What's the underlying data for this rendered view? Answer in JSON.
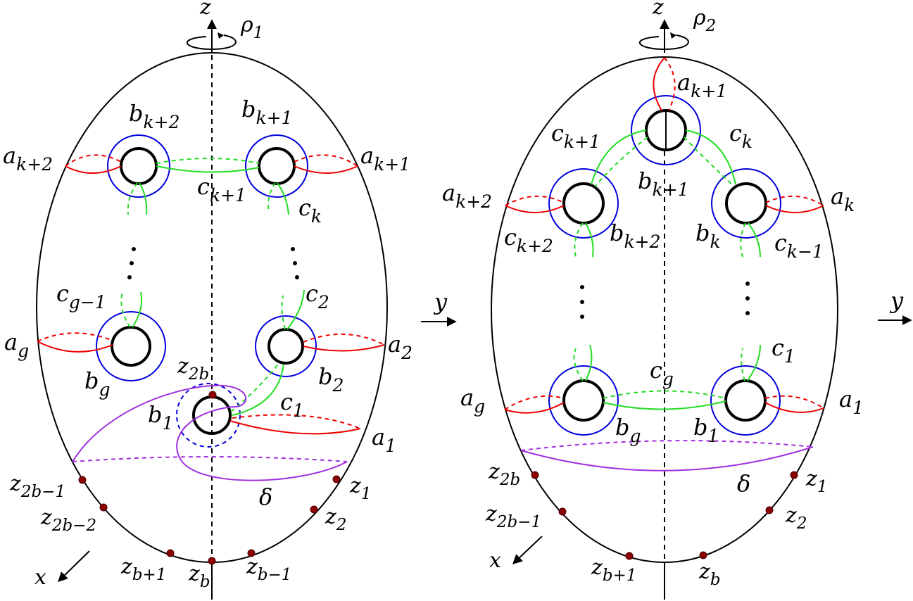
{
  "left": {
    "axis_label": "z",
    "rotation_label": {
      "base": "ρ",
      "sub": "1"
    },
    "x_label": "x",
    "y_label": "y",
    "curves": {
      "b_kp2": {
        "base": "b",
        "sub": "k+2"
      },
      "b_kp1": {
        "base": "b",
        "sub": "k+1"
      },
      "a_kp2": {
        "base": "a",
        "sub": "k+2"
      },
      "a_kp1": {
        "base": "a",
        "sub": "k+1"
      },
      "c_kp1": {
        "base": "c",
        "sub": "k+1"
      },
      "c_k": {
        "base": "c",
        "sub": "k"
      },
      "c_gm1": {
        "base": "c",
        "sub": "g−1"
      },
      "c_2": {
        "base": "c",
        "sub": "2"
      },
      "a_g": {
        "base": "a",
        "sub": "g"
      },
      "a_2": {
        "base": "a",
        "sub": "2"
      },
      "b_g": {
        "base": "b",
        "sub": "g"
      },
      "b_2": {
        "base": "b",
        "sub": "2"
      },
      "b_1": {
        "base": "b",
        "sub": "1"
      },
      "c_1": {
        "base": "c",
        "sub": "1"
      },
      "a_1": {
        "base": "a",
        "sub": "1"
      },
      "delta": {
        "base": "δ",
        "sub": ""
      }
    },
    "points": {
      "z_2b": {
        "base": "z",
        "sub": "2b"
      },
      "z_2bm1": {
        "base": "z",
        "sub": "2b−1"
      },
      "z_2bm2": {
        "base": "z",
        "sub": "2b−2"
      },
      "z_bp1": {
        "base": "z",
        "sub": "b+1"
      },
      "z_b": {
        "base": "z",
        "sub": "b"
      },
      "z_bm1": {
        "base": "z",
        "sub": "b−1"
      },
      "z_1": {
        "base": "z",
        "sub": "1"
      },
      "z_2": {
        "base": "z",
        "sub": "2"
      }
    }
  },
  "right": {
    "axis_label": "z",
    "rotation_label": {
      "base": "ρ",
      "sub": "2"
    },
    "x_label": "x",
    "y_label": "y",
    "curves": {
      "a_kp1": {
        "base": "a",
        "sub": "k+1"
      },
      "c_kp1": {
        "base": "c",
        "sub": "k+1"
      },
      "c_k": {
        "base": "c",
        "sub": "k"
      },
      "b_kp1": {
        "base": "b",
        "sub": "k+1"
      },
      "a_kp2": {
        "base": "a",
        "sub": "k+2"
      },
      "a_k": {
        "base": "a",
        "sub": "k"
      },
      "c_kp2": {
        "base": "c",
        "sub": "k+2"
      },
      "b_kp2": {
        "base": "b",
        "sub": "k+2"
      },
      "b_k": {
        "base": "b",
        "sub": "k"
      },
      "c_km1": {
        "base": "c",
        "sub": "k−1"
      },
      "c_1": {
        "base": "c",
        "sub": "1"
      },
      "c_g": {
        "base": "c",
        "sub": "g"
      },
      "a_g": {
        "base": "a",
        "sub": "g"
      },
      "a_1": {
        "base": "a",
        "sub": "1"
      },
      "b_g": {
        "base": "b",
        "sub": "g"
      },
      "b_1": {
        "base": "b",
        "sub": "1"
      },
      "delta": {
        "base": "δ",
        "sub": ""
      }
    },
    "points": {
      "z_2b": {
        "base": "z",
        "sub": "2b"
      },
      "z_2bm1": {
        "base": "z",
        "sub": "2b−1"
      },
      "z_bp1": {
        "base": "z",
        "sub": "b+1"
      },
      "z_b": {
        "base": "z",
        "sub": "b"
      },
      "z_1": {
        "base": "z",
        "sub": "1"
      },
      "z_2": {
        "base": "z",
        "sub": "2"
      }
    }
  },
  "colors": {
    "a_curves": "#ee0000",
    "b_curves": "#0000dd",
    "c_curves": "#22dd22",
    "delta": "#a030e0",
    "marked_points": "#8b0000",
    "surface": "#000000"
  }
}
